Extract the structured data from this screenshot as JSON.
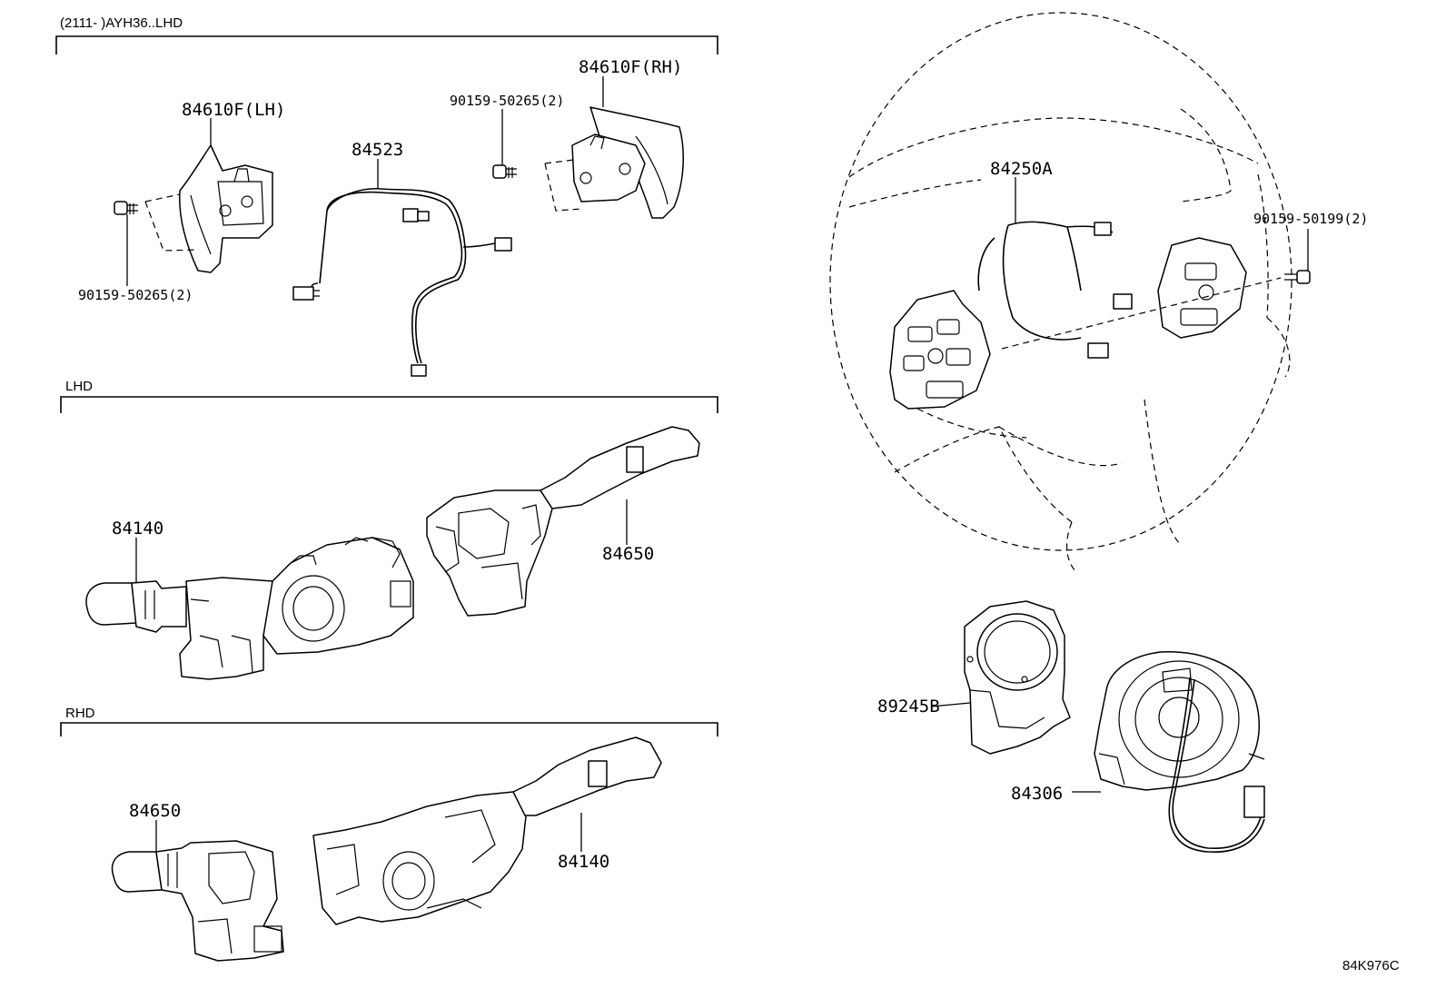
{
  "sections": {
    "top": "(2111-     )AYH36..LHD",
    "lhd": "LHD",
    "rhd": "RHD"
  },
  "parts": {
    "paddle_lh": "84610F(LH)",
    "paddle_rh": "84610F(RH)",
    "screw_lh": "90159-50265(2)",
    "screw_rh": "90159-50265(2)",
    "wire": "84523",
    "wheel_switch": "84250A",
    "screw_wheel": "90159-50199(2)",
    "lhd_combo": "84140",
    "lhd_wiper": "84650",
    "rhd_wiper": "84650",
    "rhd_combo": "84140",
    "sensor": "89245B",
    "spiral": "84306"
  },
  "diagram_ref": "84K976C"
}
